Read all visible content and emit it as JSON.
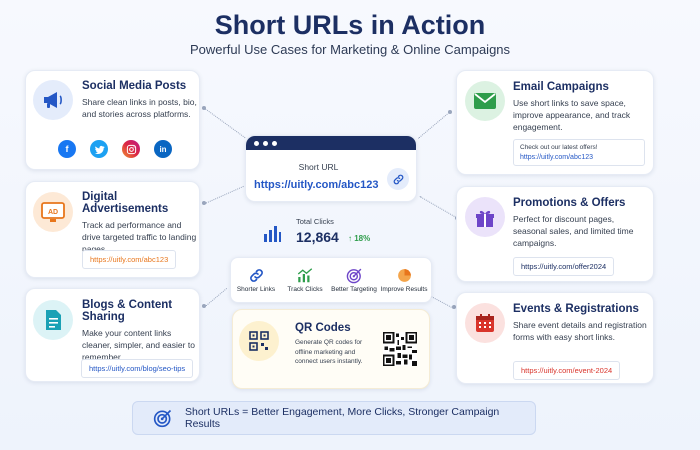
{
  "header": {
    "title": "Short URLs in Action",
    "subtitle": "Powerful Use Cases for Marketing & Online Campaigns"
  },
  "cards": {
    "social": {
      "title": "Social Media Posts",
      "desc": "Share clean links in posts, bio, and stories across platforms.",
      "icons": [
        "facebook-icon",
        "twitter-icon",
        "instagram-icon",
        "linkedin-icon"
      ]
    },
    "ads": {
      "title": "Digital Advertisements",
      "desc": "Track ad performance and drive targeted traffic to landing pages.",
      "badge": "AD",
      "link": "https://uitly.com/abc123"
    },
    "blogs": {
      "title": "Blogs & Content Sharing",
      "desc": "Make your content links cleaner, simpler, and easier to remember.",
      "link": "https://uitly.com/blog/seo-tips"
    },
    "email": {
      "title": "Email Campaigns",
      "desc": "Use short links to save space, improve appearance, and track engagement.",
      "note": "Check out our latest offers!",
      "link": "https://uitly.com/abc123"
    },
    "promo": {
      "title": "Promotions & Offers",
      "desc": "Perfect for discount pages, seasonal sales, and limited time campaigns.",
      "link": "https://uitly.com/offer2024"
    },
    "events": {
      "title": "Events & Registrations",
      "desc": "Share event details and registration forms with easy short links.",
      "link": "https://uitly.com/event-2024"
    }
  },
  "center": {
    "short_url_label": "Short URL",
    "short_url": "https://uitly.com/abc123",
    "clicks_label": "Total Clicks",
    "clicks_value": "12,864",
    "clicks_change": "18%",
    "features": [
      "Shorter Links",
      "Track Clicks",
      "Better Targeting",
      "Improve Results"
    ],
    "qr_title": "QR Codes",
    "qr_desc": "Generate QR codes for offline marketing and connect users instantly."
  },
  "footer": {
    "text": "Short URLs = Better Engagement, More Clicks, Stronger Campaign Results"
  },
  "colors": {
    "navy": "#1c2f63",
    "blue": "#2457c5",
    "green": "#2e9d4b",
    "orange": "#e8761c",
    "red": "#d9342b",
    "purple": "#6d45c8"
  }
}
